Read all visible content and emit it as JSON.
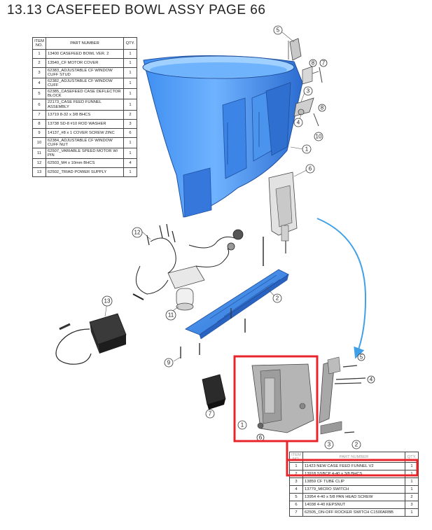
{
  "page_title": "13.13 CASEFEED BOWL ASSY PAGE 66",
  "bom_main": {
    "headers": [
      "ITEM NO.",
      "PART NUMBER",
      "QTY."
    ],
    "rows": [
      {
        "no": "1",
        "part": "13400 CASEFEED BOWL VER. 2",
        "qty": "1"
      },
      {
        "no": "2",
        "part": "13540_CF MOTOR COVER",
        "qty": "1"
      },
      {
        "no": "3",
        "part": "62383_ADJUSTABLE CF WINDOW CUFF STUD",
        "qty": "1"
      },
      {
        "no": "4",
        "part": "62382_ADJUSTABLE CF WINDOW CUFF",
        "qty": "1"
      },
      {
        "no": "5",
        "part": "62385_CASEFEED CASE DEFLECTOR BLOCK",
        "qty": "1"
      },
      {
        "no": "6",
        "part": "22173_CASE FEED FUNNEL ASSEMBLY",
        "qty": "1"
      },
      {
        "no": "7",
        "part": "13719 8-32 x 3/8 BHCS",
        "qty": "2"
      },
      {
        "no": "8",
        "part": "13738 SD-8 #10 ROD WASHER",
        "qty": "3"
      },
      {
        "no": "9",
        "part": "14137_#8 x 1 COVER SCREW ZINC",
        "qty": "6"
      },
      {
        "no": "10",
        "part": "62384_ADJUSTABLE CF WINDOW CUFF NUT",
        "qty": "1"
      },
      {
        "no": "11",
        "part": "62507_VARIABLE SPEED MOTOR W/ PIN",
        "qty": "1"
      },
      {
        "no": "12",
        "part": "62503_M4 x 10mm BHCS",
        "qty": "4"
      },
      {
        "no": "13",
        "part": "62502_TRIAD POWER SUPPLY",
        "qty": "1"
      }
    ]
  },
  "bom_detail": {
    "headers": [
      "ITEM NO.",
      "PART NUMBER",
      "QTY."
    ],
    "rows": [
      {
        "no": "1",
        "part": "11423 NEW CASE FEED FUNNEL V2",
        "qty": "1"
      },
      {
        "no": "2",
        "part": "13918 SSBCP 4-40 x 3/8 BHCS",
        "qty": "1"
      },
      {
        "no": "3",
        "part": "13859 CF TUBE CLIP",
        "qty": "1"
      },
      {
        "no": "4",
        "part": "13779_MICRO SWITCH",
        "qty": "1"
      },
      {
        "no": "5",
        "part": "13954 4-40 x 5/8 PAN HEAD SCREW",
        "qty": "2"
      },
      {
        "no": "6",
        "part": "14038 4-40 KEPSNUT",
        "qty": "3"
      },
      {
        "no": "7",
        "part": "62505_ON-OFF ROCKER SWITCH C1500ARBB",
        "qty": "1"
      }
    ]
  },
  "balloons_main": [
    "1",
    "2",
    "3",
    "4",
    "5",
    "6",
    "7",
    "8",
    "9",
    "10",
    "11",
    "12",
    "13"
  ],
  "balloons_detail": [
    "1",
    "2",
    "3",
    "4",
    "5",
    "6",
    "7"
  ],
  "colors": {
    "bowl_blue": "#4a9af5",
    "bowl_light": "#8cc4ff",
    "bowl_dark": "#2f6fd0",
    "highlight_red": "#e8242b",
    "arrow_blue": "#3fa0e8",
    "part_gray": "#9b9b9b"
  }
}
